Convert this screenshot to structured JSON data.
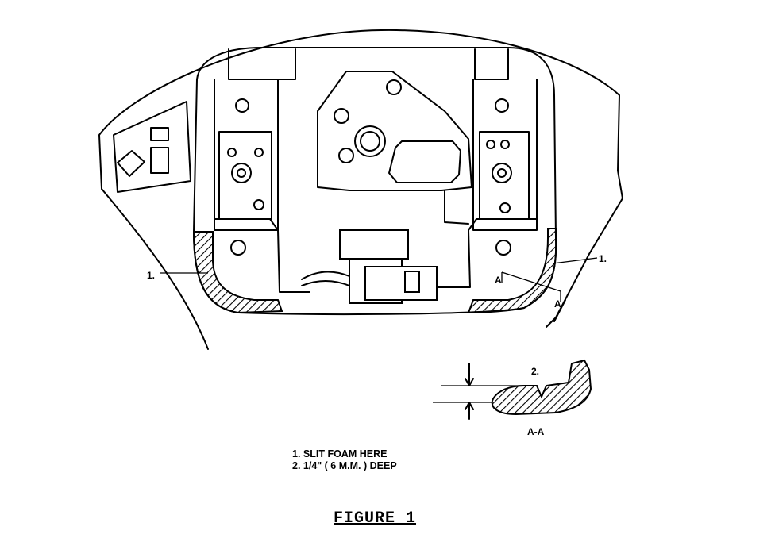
{
  "callouts": {
    "left_one": "1.",
    "right_one": "1.",
    "section_a_upper": "A",
    "section_a_lower": "A",
    "detail_two": "2.",
    "section_label": "A-A"
  },
  "notes": [
    "1. SLIT FOAM HERE",
    "2. 1/4\" ( 6 M.M. ) DEEP"
  ],
  "figure_title": "FIGURE 1"
}
